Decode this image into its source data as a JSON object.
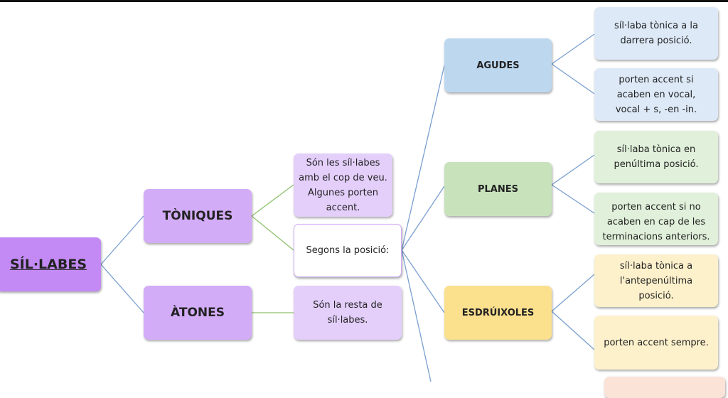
{
  "root": {
    "label": "SÍL·LABES"
  },
  "toniques": {
    "label": "TÒNIQUES",
    "definition": "Són les síl·labes amb el cop de veu. Algunes porten accent.",
    "by_position": "Segons la posició:"
  },
  "atones": {
    "label": "ÀTONES",
    "definition": "Són la resta de síl·labes."
  },
  "categories": [
    {
      "label": "AGUDES",
      "notes": [
        "síl·laba tònica a la darrera posició.",
        "porten accent si acaben en vocal, vocal + s, -en -in."
      ]
    },
    {
      "label": "PLANES",
      "notes": [
        "síl·laba tònica en penúltima posició.",
        "porten accent si no acaben en cap de les terminacions anteriors."
      ]
    },
    {
      "label": "ESDRÚIXOLES",
      "notes": [
        "síl·laba tònica a l'antepenúltima posició.",
        "porten accent sempre."
      ]
    }
  ],
  "colors": {
    "root": "#c38af5",
    "purple": "#d3acf8",
    "purple_light": "#e4cffb",
    "blue": "#bdd7ef",
    "blue_light": "#dde9f7",
    "green": "#c8e3bc",
    "green_light": "#e0f0da",
    "yellow": "#fbe08e",
    "yellow_light": "#fdf1cc",
    "peach": "#fbe3d8"
  }
}
